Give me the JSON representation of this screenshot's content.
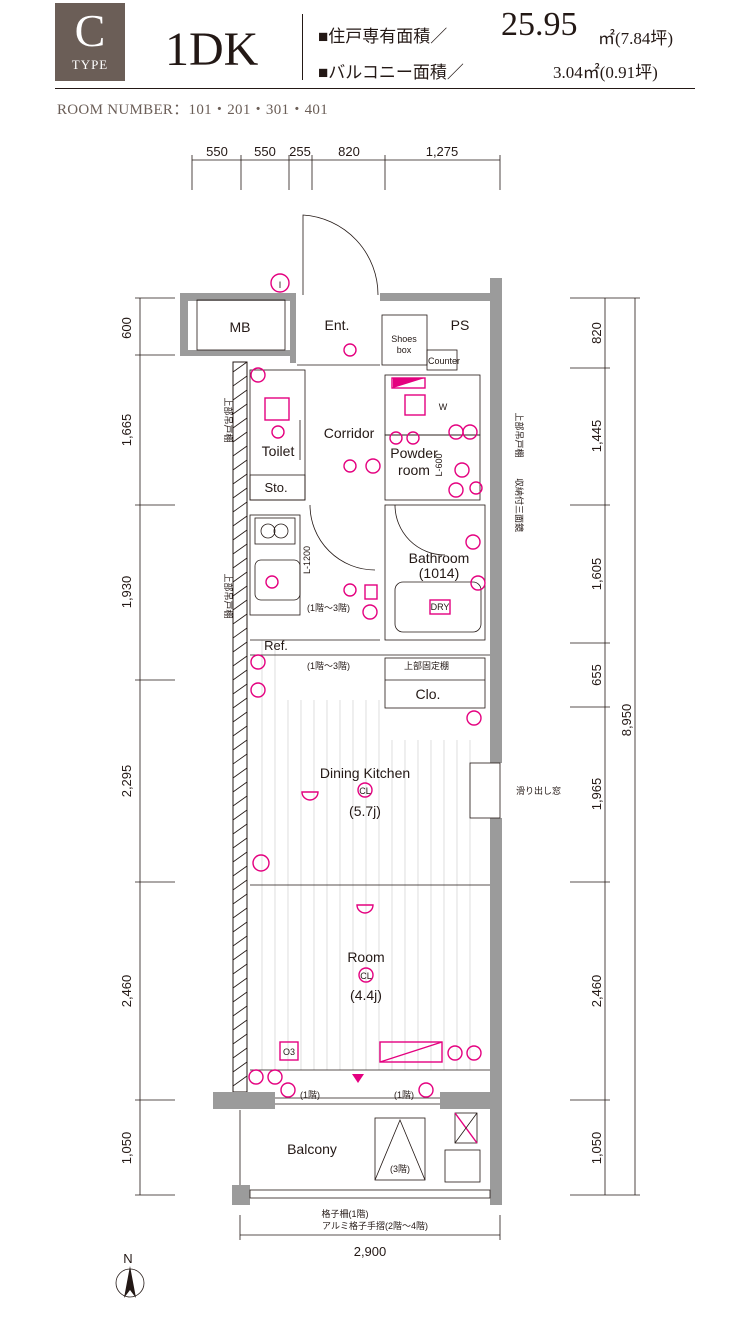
{
  "header": {
    "type_letter": "C",
    "type_word": "TYPE",
    "layout": "1DK",
    "private_area_label": "■住戸専有面積／",
    "private_area_value": "25.95",
    "private_area_unit": "㎡(7.84坪)",
    "balcony_area_label": "■バルコニー面積／",
    "balcony_area_value": "3.04㎡(0.91坪)",
    "room_number": "ROOM NUMBER：101・201・301・401"
  },
  "dimensions": {
    "top": [
      "550",
      "550",
      "255",
      "820",
      "1,275"
    ],
    "left": [
      "600",
      "1,665",
      "1,930",
      "2,295",
      "2,460",
      "1,050"
    ],
    "right": [
      "820",
      "1,445",
      "1,605",
      "655",
      "1,965",
      "2,460",
      "1,050"
    ],
    "right_total": "8,950",
    "bottom": "2,900"
  },
  "rooms": {
    "mb": "MB",
    "ent": "Ent.",
    "shoes_box_1": "Shoes",
    "shoes_box_2": "box",
    "ps": "PS",
    "counter": "Counter",
    "w": "W",
    "corridor": "Corridor",
    "powder_1": "Powder",
    "powder_2": "room",
    "toilet": "Toilet",
    "sto": "Sto.",
    "bathroom": "Bathroom",
    "bathroom_size": "(1014)",
    "ref": "Ref.",
    "clo": "Clo.",
    "dining": "Dining Kitchen",
    "dining_size": "(5.7j)",
    "room": "Room",
    "room_size": "(4.4j)",
    "balcony": "Balcony"
  },
  "notes": {
    "l1200": "L-1200",
    "l600": "L-600",
    "floors_1_3": "(1階～3階)",
    "floors_1_3b": "(1階～3階)",
    "upper_shelf": "上部固定棚",
    "sliding_window": "滑り出し窓",
    "upper_cabinet_1": "上部吊戸棚",
    "upper_cabinet_2": "上部吊戸棚",
    "upper_cabinet_3": "上部吊戸棚",
    "storage_mirror": "収納付三面鏡",
    "floor1a": "(1階)",
    "floor1b": "(1階)",
    "floor3": "(3階)",
    "lattice_1": "格子柵(1階)",
    "lattice_2": "アルミ格子手摺(2階～4階)",
    "north": "N",
    "dry": "DRY",
    "cl": "CL",
    "o3": "O3"
  },
  "colors": {
    "badge": "#6b5e57",
    "equipment": "#e4007f",
    "wall": "#9b9b9b",
    "ink": "#231815"
  }
}
